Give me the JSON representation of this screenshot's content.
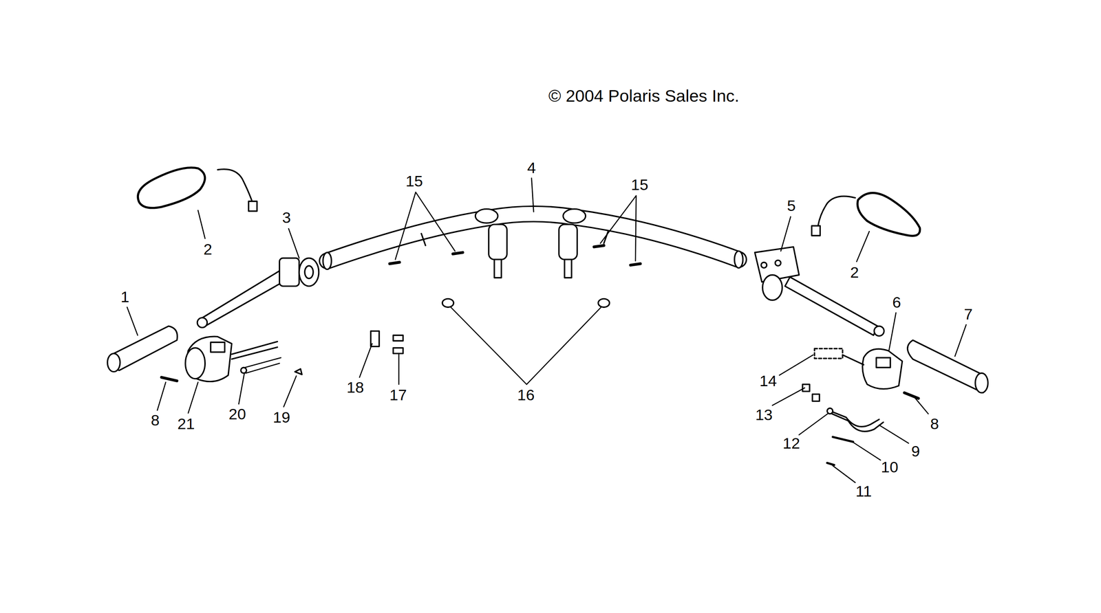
{
  "diagram": {
    "labels": [
      "© 2004 Polaris Sales Inc.",
      "15",
      "4",
      "15",
      "5",
      "3",
      "2",
      "2",
      "1",
      "6",
      "7",
      "14",
      "18",
      "17",
      "16",
      "8",
      "21",
      "20",
      "19",
      "13",
      "8",
      "12",
      "9",
      "10",
      "11"
    ]
  }
}
